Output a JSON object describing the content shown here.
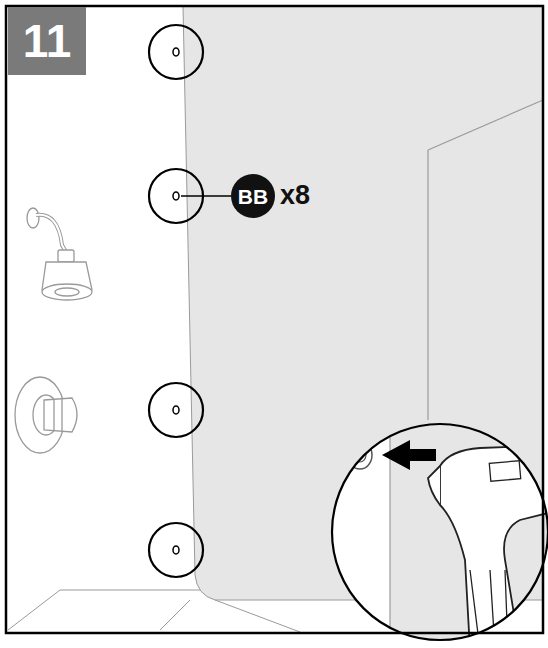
{
  "diagram": {
    "nodes": [
      {
        "text": [
          "11"
        ]
      },
      {
        "text": [
          "BB"
        ]
      }
    ],
    "labels": [
      "x8"
    ]
  }
}
